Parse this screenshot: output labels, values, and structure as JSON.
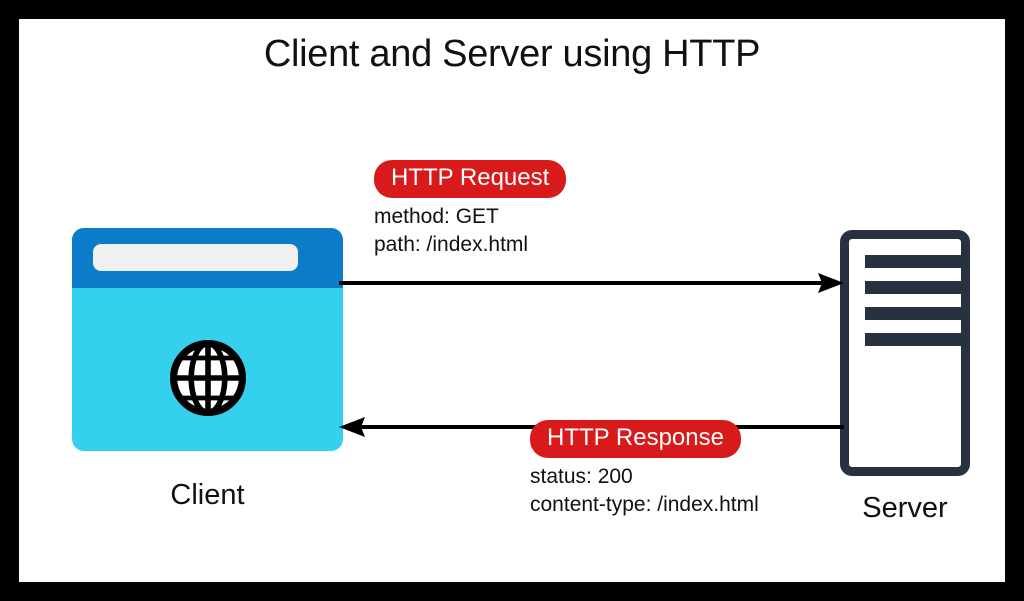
{
  "diagram": {
    "title": "Client and Server using HTTP",
    "background_color": "#ffffff",
    "frame_color": "#000000",
    "accent_color": "#d91a1a",
    "client_accent_color": "#35d0ee",
    "client_titlebar_color": "#0c7bc9",
    "server_color": "#28313f"
  },
  "client": {
    "label": "Client",
    "icon": "globe-icon",
    "address_bar_value": ""
  },
  "server": {
    "label": "Server",
    "icon": "server-rack-icon",
    "bar_count": 4
  },
  "request": {
    "badge": "HTTP Request",
    "lines": [
      "method: GET",
      "path: /index.html"
    ],
    "direction": "client-to-server",
    "arrow": "arrow-right-icon"
  },
  "response": {
    "badge": "HTTP Response",
    "lines": [
      "status: 200",
      "content-type: /index.html"
    ],
    "direction": "server-to-client",
    "arrow": "arrow-left-icon"
  }
}
